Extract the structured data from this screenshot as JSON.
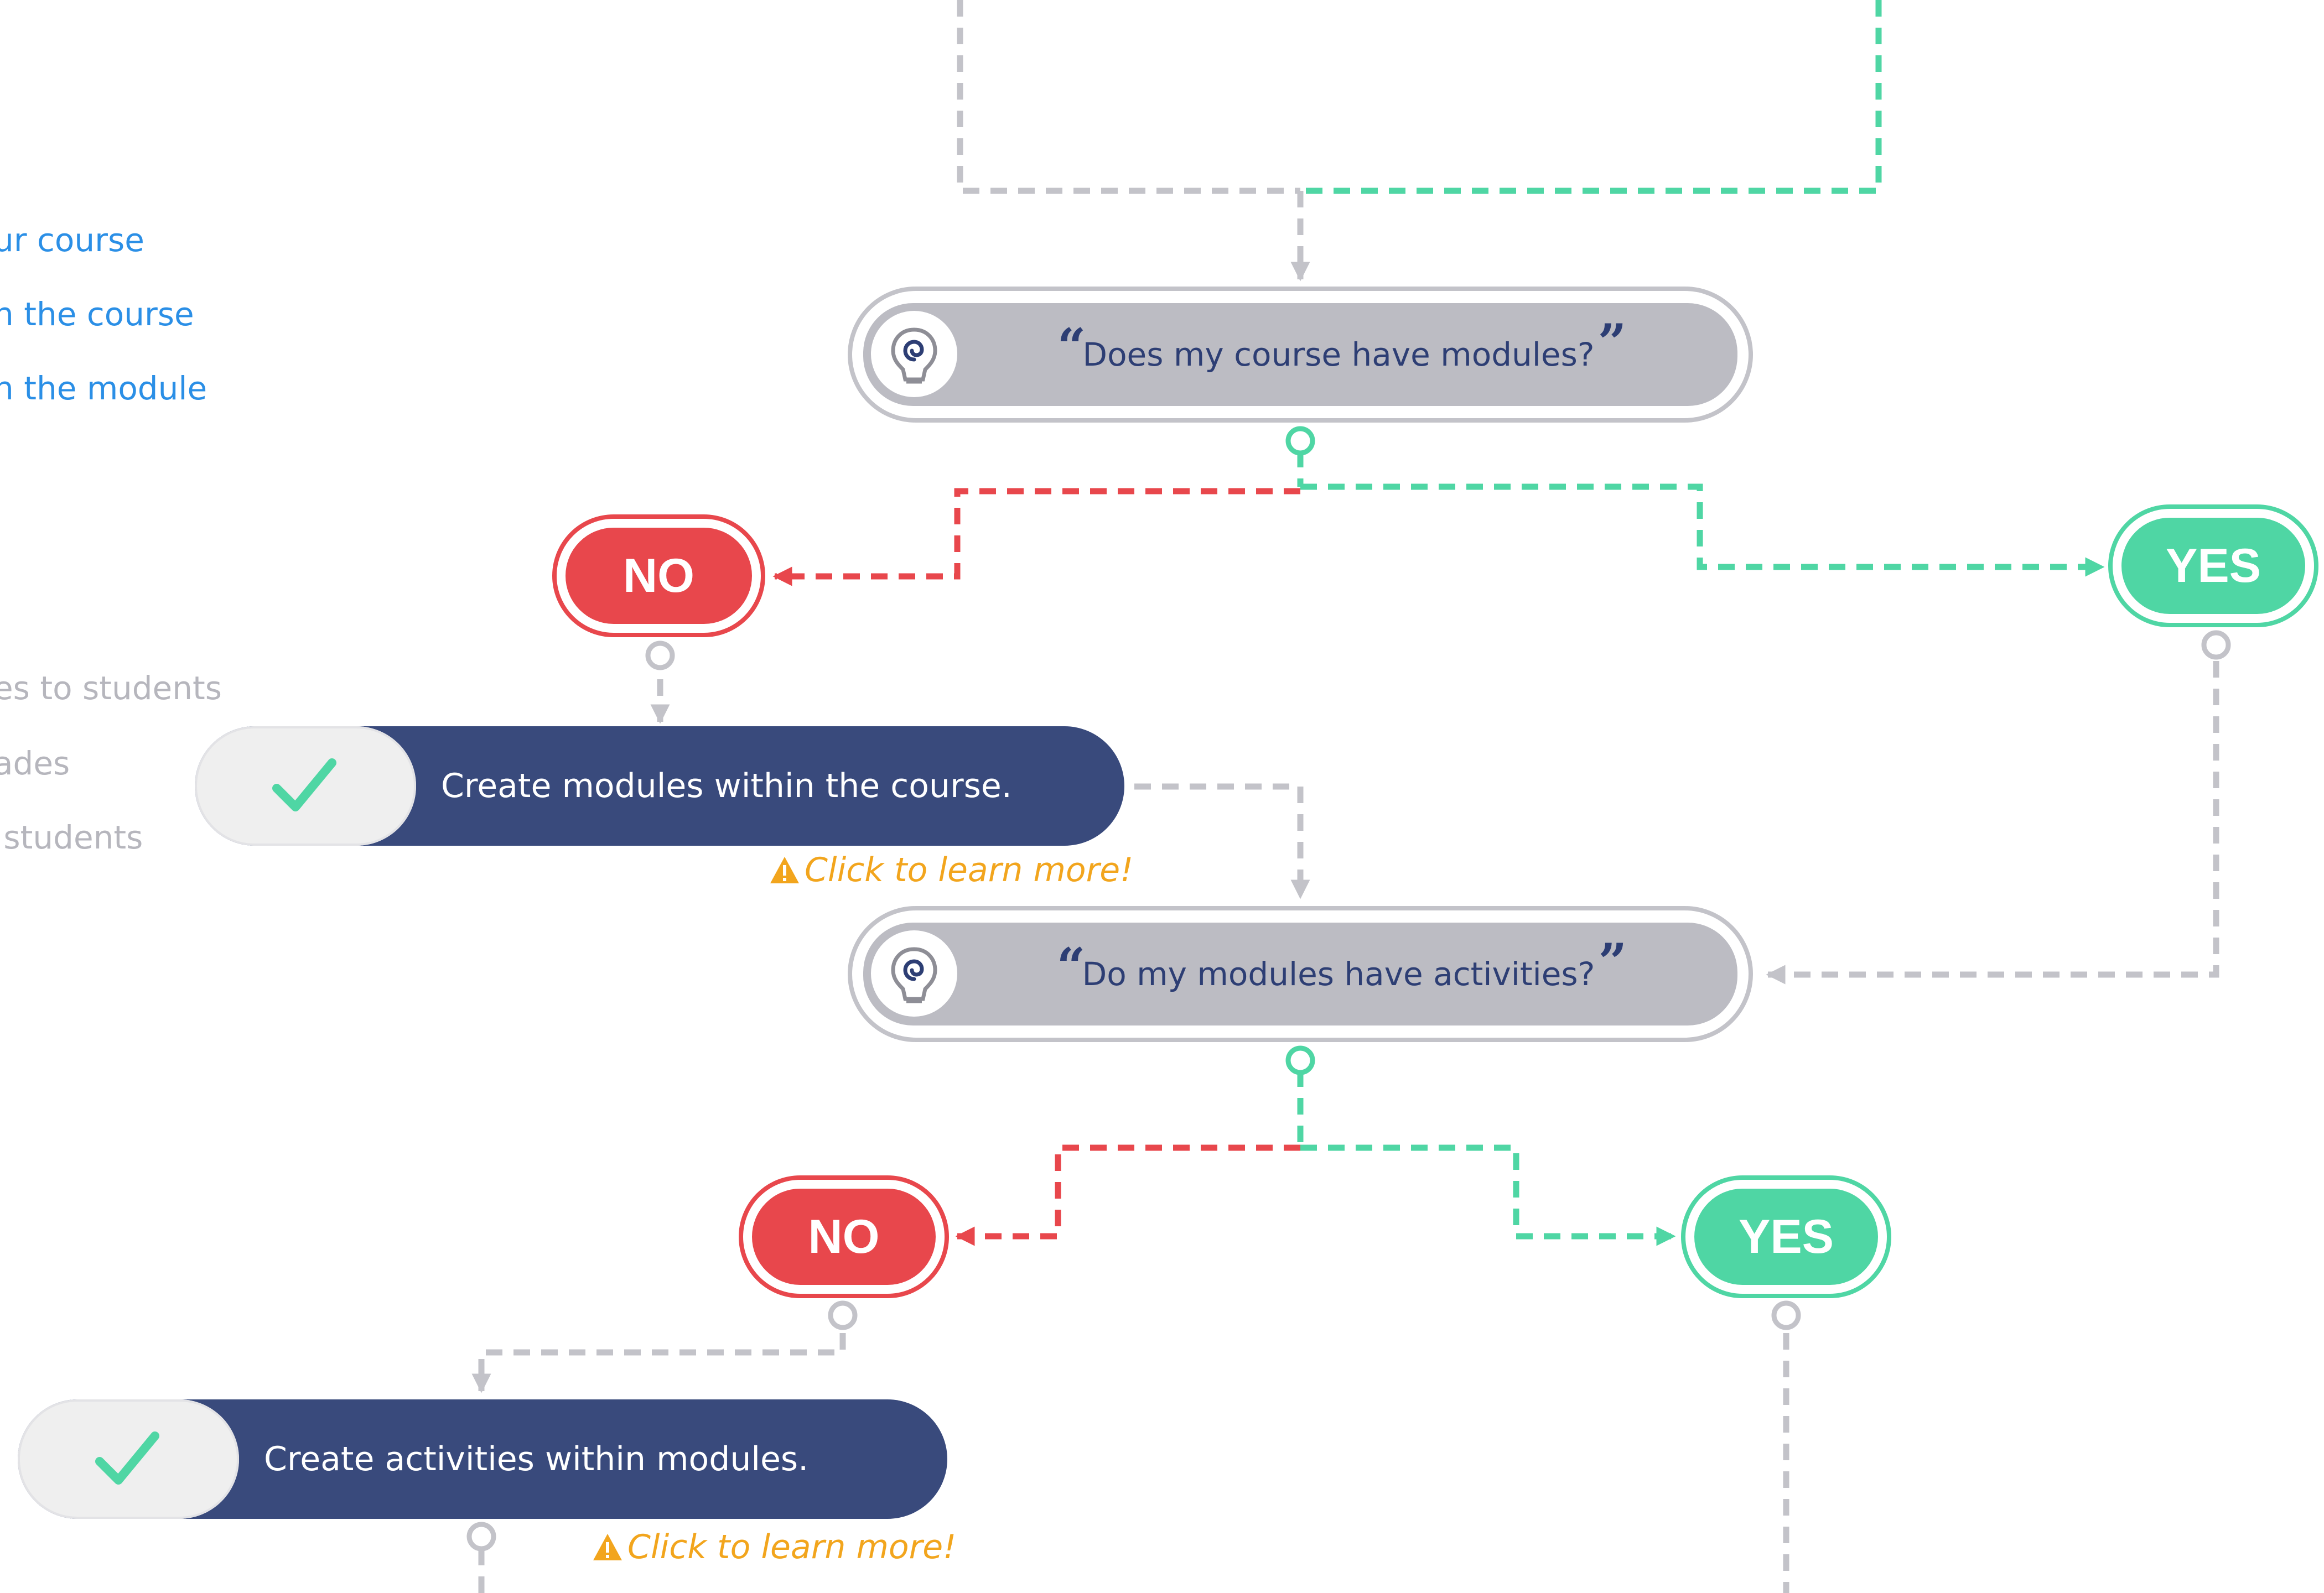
{
  "side_links": [
    "ur course",
    "n the course",
    "n the module"
  ],
  "side_grey": [
    "es to students",
    "ades",
    " students"
  ],
  "questions": [
    {
      "open_quote": "“",
      "text": "Does my course have modules?",
      "close_quote": "”"
    },
    {
      "open_quote": "“",
      "text": "Do my modules have activities?",
      "close_quote": "”"
    }
  ],
  "answers": {
    "no": "NO",
    "yes": "YES"
  },
  "actions": [
    {
      "text": "Create modules within the course.",
      "learn_more": "Click to learn more!"
    },
    {
      "text": "Create activities within modules.",
      "learn_more": "Click to learn more!"
    }
  ],
  "colors": {
    "no": "#e8474c",
    "yes": "#4fd6a4",
    "neutral_connector": "#c3c3c9",
    "action_bg": "#394a7c",
    "question_bg": "#bcbcc3",
    "link": "#2b8fe6",
    "warning": "#f2a51d"
  },
  "icons": {
    "question": "lightbulb-icon",
    "action": "checkmark-icon",
    "learn_more": "warning-icon"
  }
}
